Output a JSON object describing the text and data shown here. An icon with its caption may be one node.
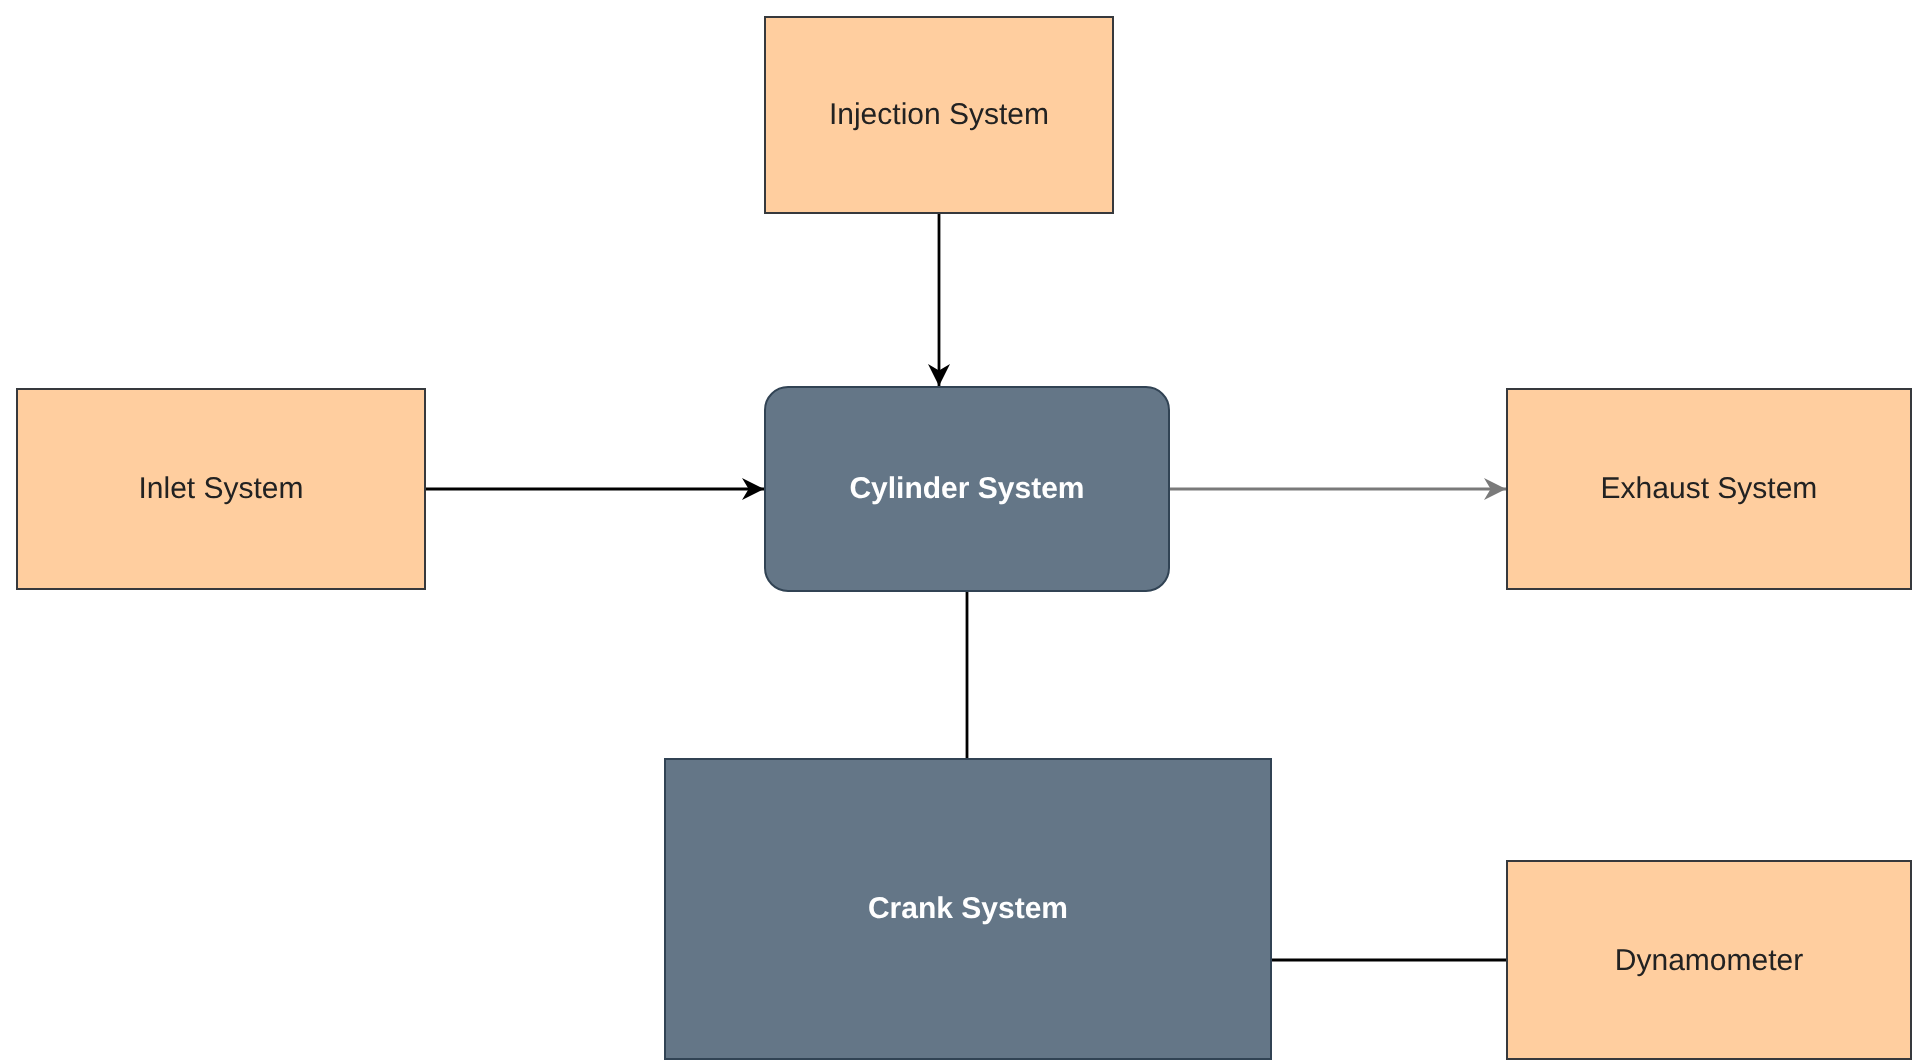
{
  "diagram": {
    "nodes": [
      {
        "text": [
          "Injection System"
        ]
      },
      {
        "text": [
          "Inlet System"
        ]
      },
      {
        "text": [
          "Cylinder System"
        ]
      },
      {
        "text": [
          "Exhaust System"
        ]
      },
      {
        "text": [
          "Crank System"
        ]
      },
      {
        "text": [
          "Dynamometer"
        ]
      }
    ],
    "edges": [
      {
        "from": 0,
        "to": 2,
        "arrow": "to"
      },
      {
        "from": 1,
        "to": 2,
        "arrow": "to"
      },
      {
        "from": 2,
        "to": 3,
        "arrow": "to",
        "color": "#7a7a7a"
      },
      {
        "from": 2,
        "to": 4,
        "arrow": "none"
      },
      {
        "from": 4,
        "to": 5,
        "arrow": "none"
      }
    ]
  }
}
